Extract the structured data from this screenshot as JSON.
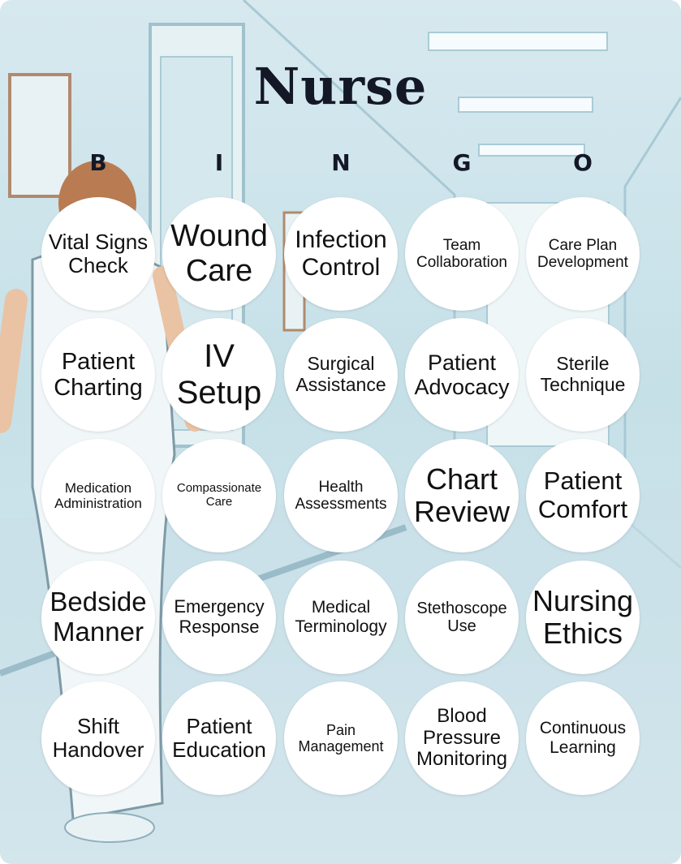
{
  "title": "Nurse",
  "letters": [
    "B",
    "I",
    "N",
    "G",
    "O"
  ],
  "cells": [
    [
      "Vital Signs Check",
      "Wound Care",
      "Infection Control",
      "Team Collaboration",
      "Care Plan Development"
    ],
    [
      "Patient Charting",
      "IV Setup",
      "Surgical Assistance",
      "Patient Advocacy",
      "Sterile Technique"
    ],
    [
      "Medication Administration",
      "Compassionate Care",
      "Health Assessments",
      "Chart Review",
      "Patient Comfort"
    ],
    [
      "Bedside Manner",
      "Emergency Response",
      "Medical Terminology",
      "Stethoscope Use",
      "Nursing Ethics"
    ],
    [
      "Shift Handover",
      "Patient Education",
      "Pain Management",
      "Blood Pressure Monitoring",
      "Continuous Learning"
    ]
  ],
  "colors": {
    "cell_bg": "#ffffff",
    "text": "#111111",
    "title": "#141826"
  }
}
